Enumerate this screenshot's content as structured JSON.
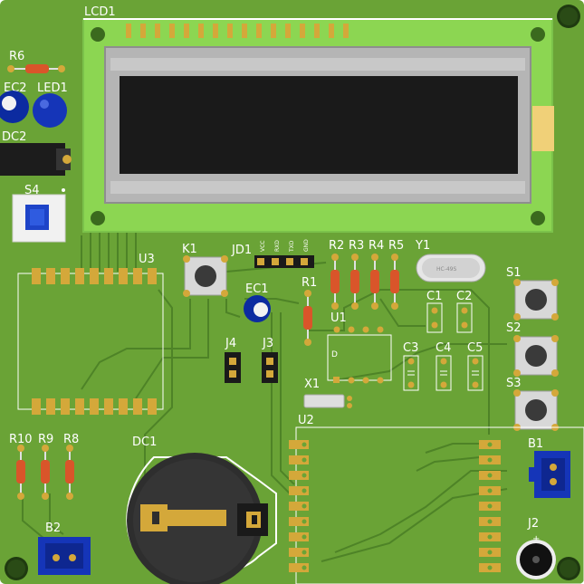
{
  "labels": {
    "lcd": "LCD1",
    "r6": "R6",
    "ec2": "EC2",
    "led1": "LED1",
    "dc2": "DC2",
    "s4": "S4",
    "u3": "U3",
    "k1": "K1",
    "jd1": "JD1",
    "ec1": "EC1",
    "r1": "R1",
    "r2": "R2",
    "r3": "R3",
    "r4": "R4",
    "r5": "R5",
    "y1": "Y1",
    "s1": "S1",
    "s2": "S2",
    "s3": "S3",
    "c1": "C1",
    "c2": "C2",
    "u1": "U1",
    "c3": "C3",
    "c4": "C4",
    "c5": "C5",
    "j4": "J4",
    "j3": "J3",
    "x1": "X1",
    "u2": "U2",
    "r10": "R10",
    "r9": "R9",
    "r8": "R8",
    "dc1": "DC1",
    "b1": "B1",
    "b2": "B2",
    "j2": "J2",
    "crystal": "HC-49S",
    "jd1_pins": [
      "VCC",
      "RXD",
      "TXD",
      "GND"
    ],
    "u1_pin1": "D",
    "j2_plus": "+"
  },
  "colors": {
    "board": "#6aa336",
    "board_dark": "#4e8327",
    "lcd_green": "#8cd652",
    "gold": "#d4a83a",
    "resistor": "#d9552a",
    "cap_blue": "#0c2ba0",
    "battery": "#2e2e2e"
  }
}
